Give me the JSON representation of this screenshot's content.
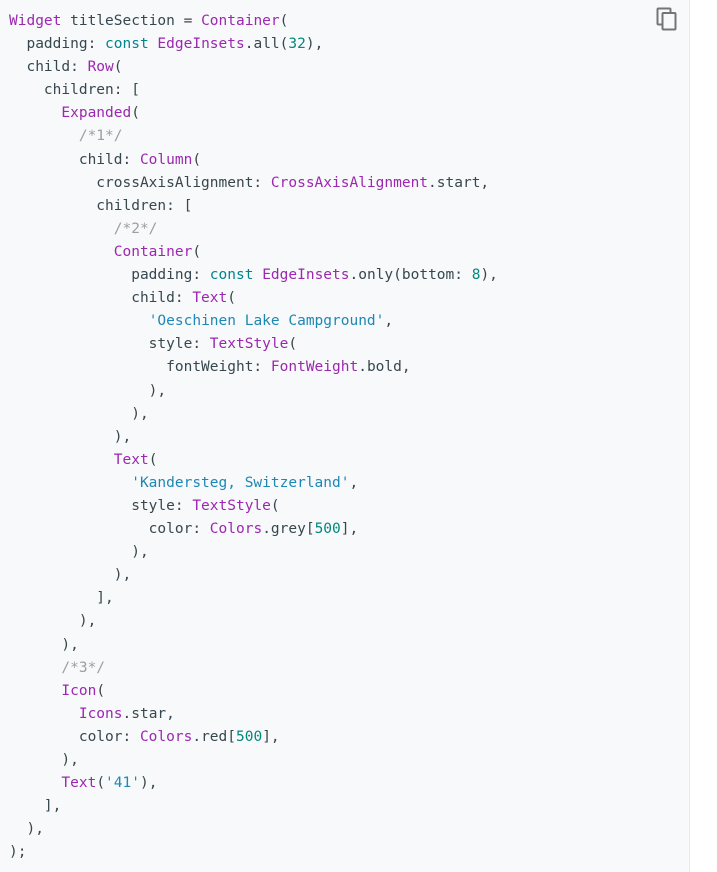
{
  "copy_icon": "copy-icon",
  "colors": {
    "background": "#f8f9fa",
    "plain": "#37474f",
    "keyword": "#00838f",
    "type": "#9c27b0",
    "number": "#00897b",
    "string": "#1e88b4",
    "comment": "#9e9e9e"
  },
  "code_lines": [
    [
      [
        "ty",
        "Widget"
      ],
      [
        "p",
        " titleSection = "
      ],
      [
        "ty",
        "Container"
      ],
      [
        "p",
        "("
      ]
    ],
    [
      [
        "p",
        "  padding: "
      ],
      [
        "kw",
        "const"
      ],
      [
        "p",
        " "
      ],
      [
        "ty",
        "EdgeInsets"
      ],
      [
        "p",
        ".all("
      ],
      [
        "num",
        "32"
      ],
      [
        "p",
        "),"
      ]
    ],
    [
      [
        "p",
        "  child: "
      ],
      [
        "ty",
        "Row"
      ],
      [
        "p",
        "("
      ]
    ],
    [
      [
        "p",
        "    children: ["
      ]
    ],
    [
      [
        "p",
        "      "
      ],
      [
        "ty",
        "Expanded"
      ],
      [
        "p",
        "("
      ]
    ],
    [
      [
        "p",
        "        "
      ],
      [
        "cm",
        "/*1*/"
      ]
    ],
    [
      [
        "p",
        "        child: "
      ],
      [
        "ty",
        "Column"
      ],
      [
        "p",
        "("
      ]
    ],
    [
      [
        "p",
        "          crossAxisAlignment: "
      ],
      [
        "ty",
        "CrossAxisAlignment"
      ],
      [
        "p",
        ".start,"
      ]
    ],
    [
      [
        "p",
        "          children: ["
      ]
    ],
    [
      [
        "p",
        "            "
      ],
      [
        "cm",
        "/*2*/"
      ]
    ],
    [
      [
        "p",
        "            "
      ],
      [
        "ty",
        "Container"
      ],
      [
        "p",
        "("
      ]
    ],
    [
      [
        "p",
        "              padding: "
      ],
      [
        "kw",
        "const"
      ],
      [
        "p",
        " "
      ],
      [
        "ty",
        "EdgeInsets"
      ],
      [
        "p",
        ".only(bottom: "
      ],
      [
        "num",
        "8"
      ],
      [
        "p",
        "),"
      ]
    ],
    [
      [
        "p",
        "              child: "
      ],
      [
        "ty",
        "Text"
      ],
      [
        "p",
        "("
      ]
    ],
    [
      [
        "p",
        "                "
      ],
      [
        "str",
        "'Oeschinen Lake Campground'"
      ],
      [
        "p",
        ","
      ]
    ],
    [
      [
        "p",
        "                style: "
      ],
      [
        "ty",
        "TextStyle"
      ],
      [
        "p",
        "("
      ]
    ],
    [
      [
        "p",
        "                  fontWeight: "
      ],
      [
        "ty",
        "FontWeight"
      ],
      [
        "p",
        ".bold,"
      ]
    ],
    [
      [
        "p",
        "                ),"
      ]
    ],
    [
      [
        "p",
        "              ),"
      ]
    ],
    [
      [
        "p",
        "            ),"
      ]
    ],
    [
      [
        "p",
        "            "
      ],
      [
        "ty",
        "Text"
      ],
      [
        "p",
        "("
      ]
    ],
    [
      [
        "p",
        "              "
      ],
      [
        "str",
        "'Kandersteg, Switzerland'"
      ],
      [
        "p",
        ","
      ]
    ],
    [
      [
        "p",
        "              style: "
      ],
      [
        "ty",
        "TextStyle"
      ],
      [
        "p",
        "("
      ]
    ],
    [
      [
        "p",
        "                color: "
      ],
      [
        "ty",
        "Colors"
      ],
      [
        "p",
        ".grey["
      ],
      [
        "num",
        "500"
      ],
      [
        "p",
        "],"
      ]
    ],
    [
      [
        "p",
        "              ),"
      ]
    ],
    [
      [
        "p",
        "            ),"
      ]
    ],
    [
      [
        "p",
        "          ],"
      ]
    ],
    [
      [
        "p",
        "        ),"
      ]
    ],
    [
      [
        "p",
        "      ),"
      ]
    ],
    [
      [
        "p",
        "      "
      ],
      [
        "cm",
        "/*3*/"
      ]
    ],
    [
      [
        "p",
        "      "
      ],
      [
        "ty",
        "Icon"
      ],
      [
        "p",
        "("
      ]
    ],
    [
      [
        "p",
        "        "
      ],
      [
        "ty",
        "Icons"
      ],
      [
        "p",
        ".star,"
      ]
    ],
    [
      [
        "p",
        "        color: "
      ],
      [
        "ty",
        "Colors"
      ],
      [
        "p",
        ".red["
      ],
      [
        "num",
        "500"
      ],
      [
        "p",
        "],"
      ]
    ],
    [
      [
        "p",
        "      ),"
      ]
    ],
    [
      [
        "p",
        "      "
      ],
      [
        "ty",
        "Text"
      ],
      [
        "p",
        "("
      ],
      [
        "str",
        "'41'"
      ],
      [
        "p",
        "),"
      ]
    ],
    [
      [
        "p",
        "    ],"
      ]
    ],
    [
      [
        "p",
        "  ),"
      ]
    ],
    [
      [
        "p",
        ");"
      ]
    ]
  ]
}
